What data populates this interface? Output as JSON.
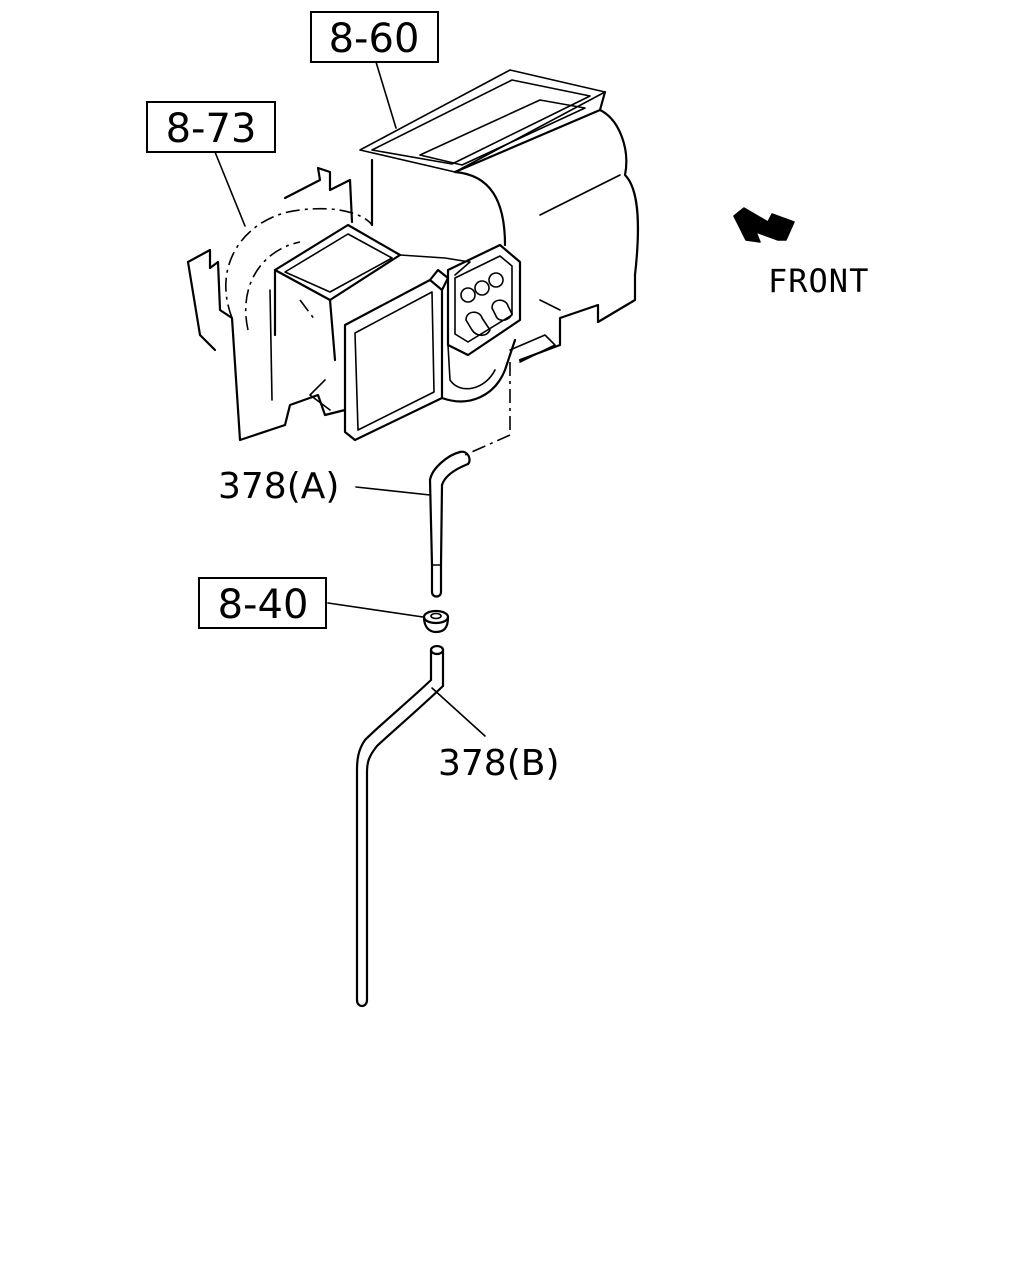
{
  "references": {
    "ref_860": "8-60",
    "ref_873": "8-73",
    "ref_840": "8-40"
  },
  "labels": {
    "hose_a": "378(A)",
    "hose_b": "378(B)",
    "front": "FRONT"
  },
  "colors": {
    "line": "#000000",
    "background": "#ffffff"
  },
  "icons": {
    "front_arrow": "front-arrow-icon"
  }
}
